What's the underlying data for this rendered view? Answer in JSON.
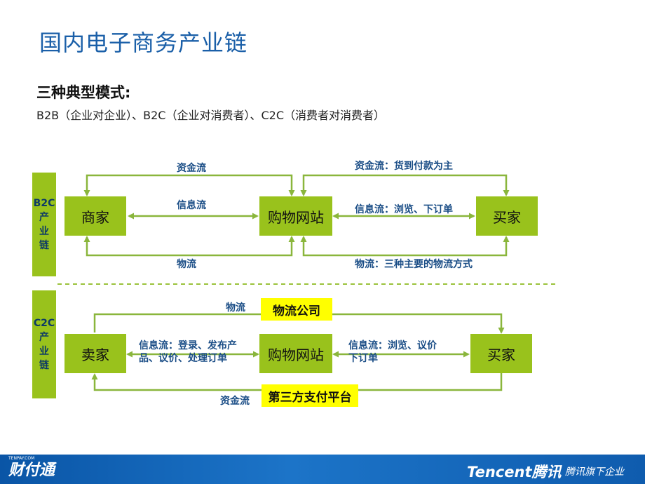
{
  "slide": {
    "title": "国内电子商务产业链",
    "subtitle": "三种典型模式:",
    "description": "B2B（企业对企业）、B2C（企业对消费者）、C2C（消费者对消费者）"
  },
  "b2c": {
    "sidebar": [
      "B2C",
      "产",
      "业",
      "链"
    ],
    "merchant": "商家",
    "website": "购物网站",
    "buyer": "买家",
    "money_left": "资金流",
    "info_left": "信息流",
    "logistics_left": "物流",
    "money_right": "资金流：货到付款为主",
    "info_right": "信息流：浏览、下订单",
    "logistics_right": "物流：三种主要的物流方式"
  },
  "c2c": {
    "sidebar": [
      "C2C",
      "产",
      "业",
      "链"
    ],
    "seller": "卖家",
    "website": "购物网站",
    "buyer": "买家",
    "logistics_company": "物流公司",
    "logistics_label": "物流",
    "payment_platform": "第三方支付平台",
    "money_label": "资金流",
    "info_left_1": "信息流：登录、发布产",
    "info_left_2": "品、议价、处理订单",
    "info_right_1": "信息流：浏览、议价",
    "info_right_2": "下订单"
  },
  "footer": {
    "left_logo_small": "TENPAY.COM",
    "left_logo": "财付通",
    "right_logo": "Tencent腾讯",
    "right_tagline": "腾讯旗下企业"
  },
  "colors": {
    "node_green": "#99c21c",
    "arrow_green": "#8ab63c",
    "highlight_yellow": "#ffff00",
    "title_blue": "#1a5fa8",
    "label_blue": "#1a4d86",
    "footer_blue": "#1565b8"
  }
}
